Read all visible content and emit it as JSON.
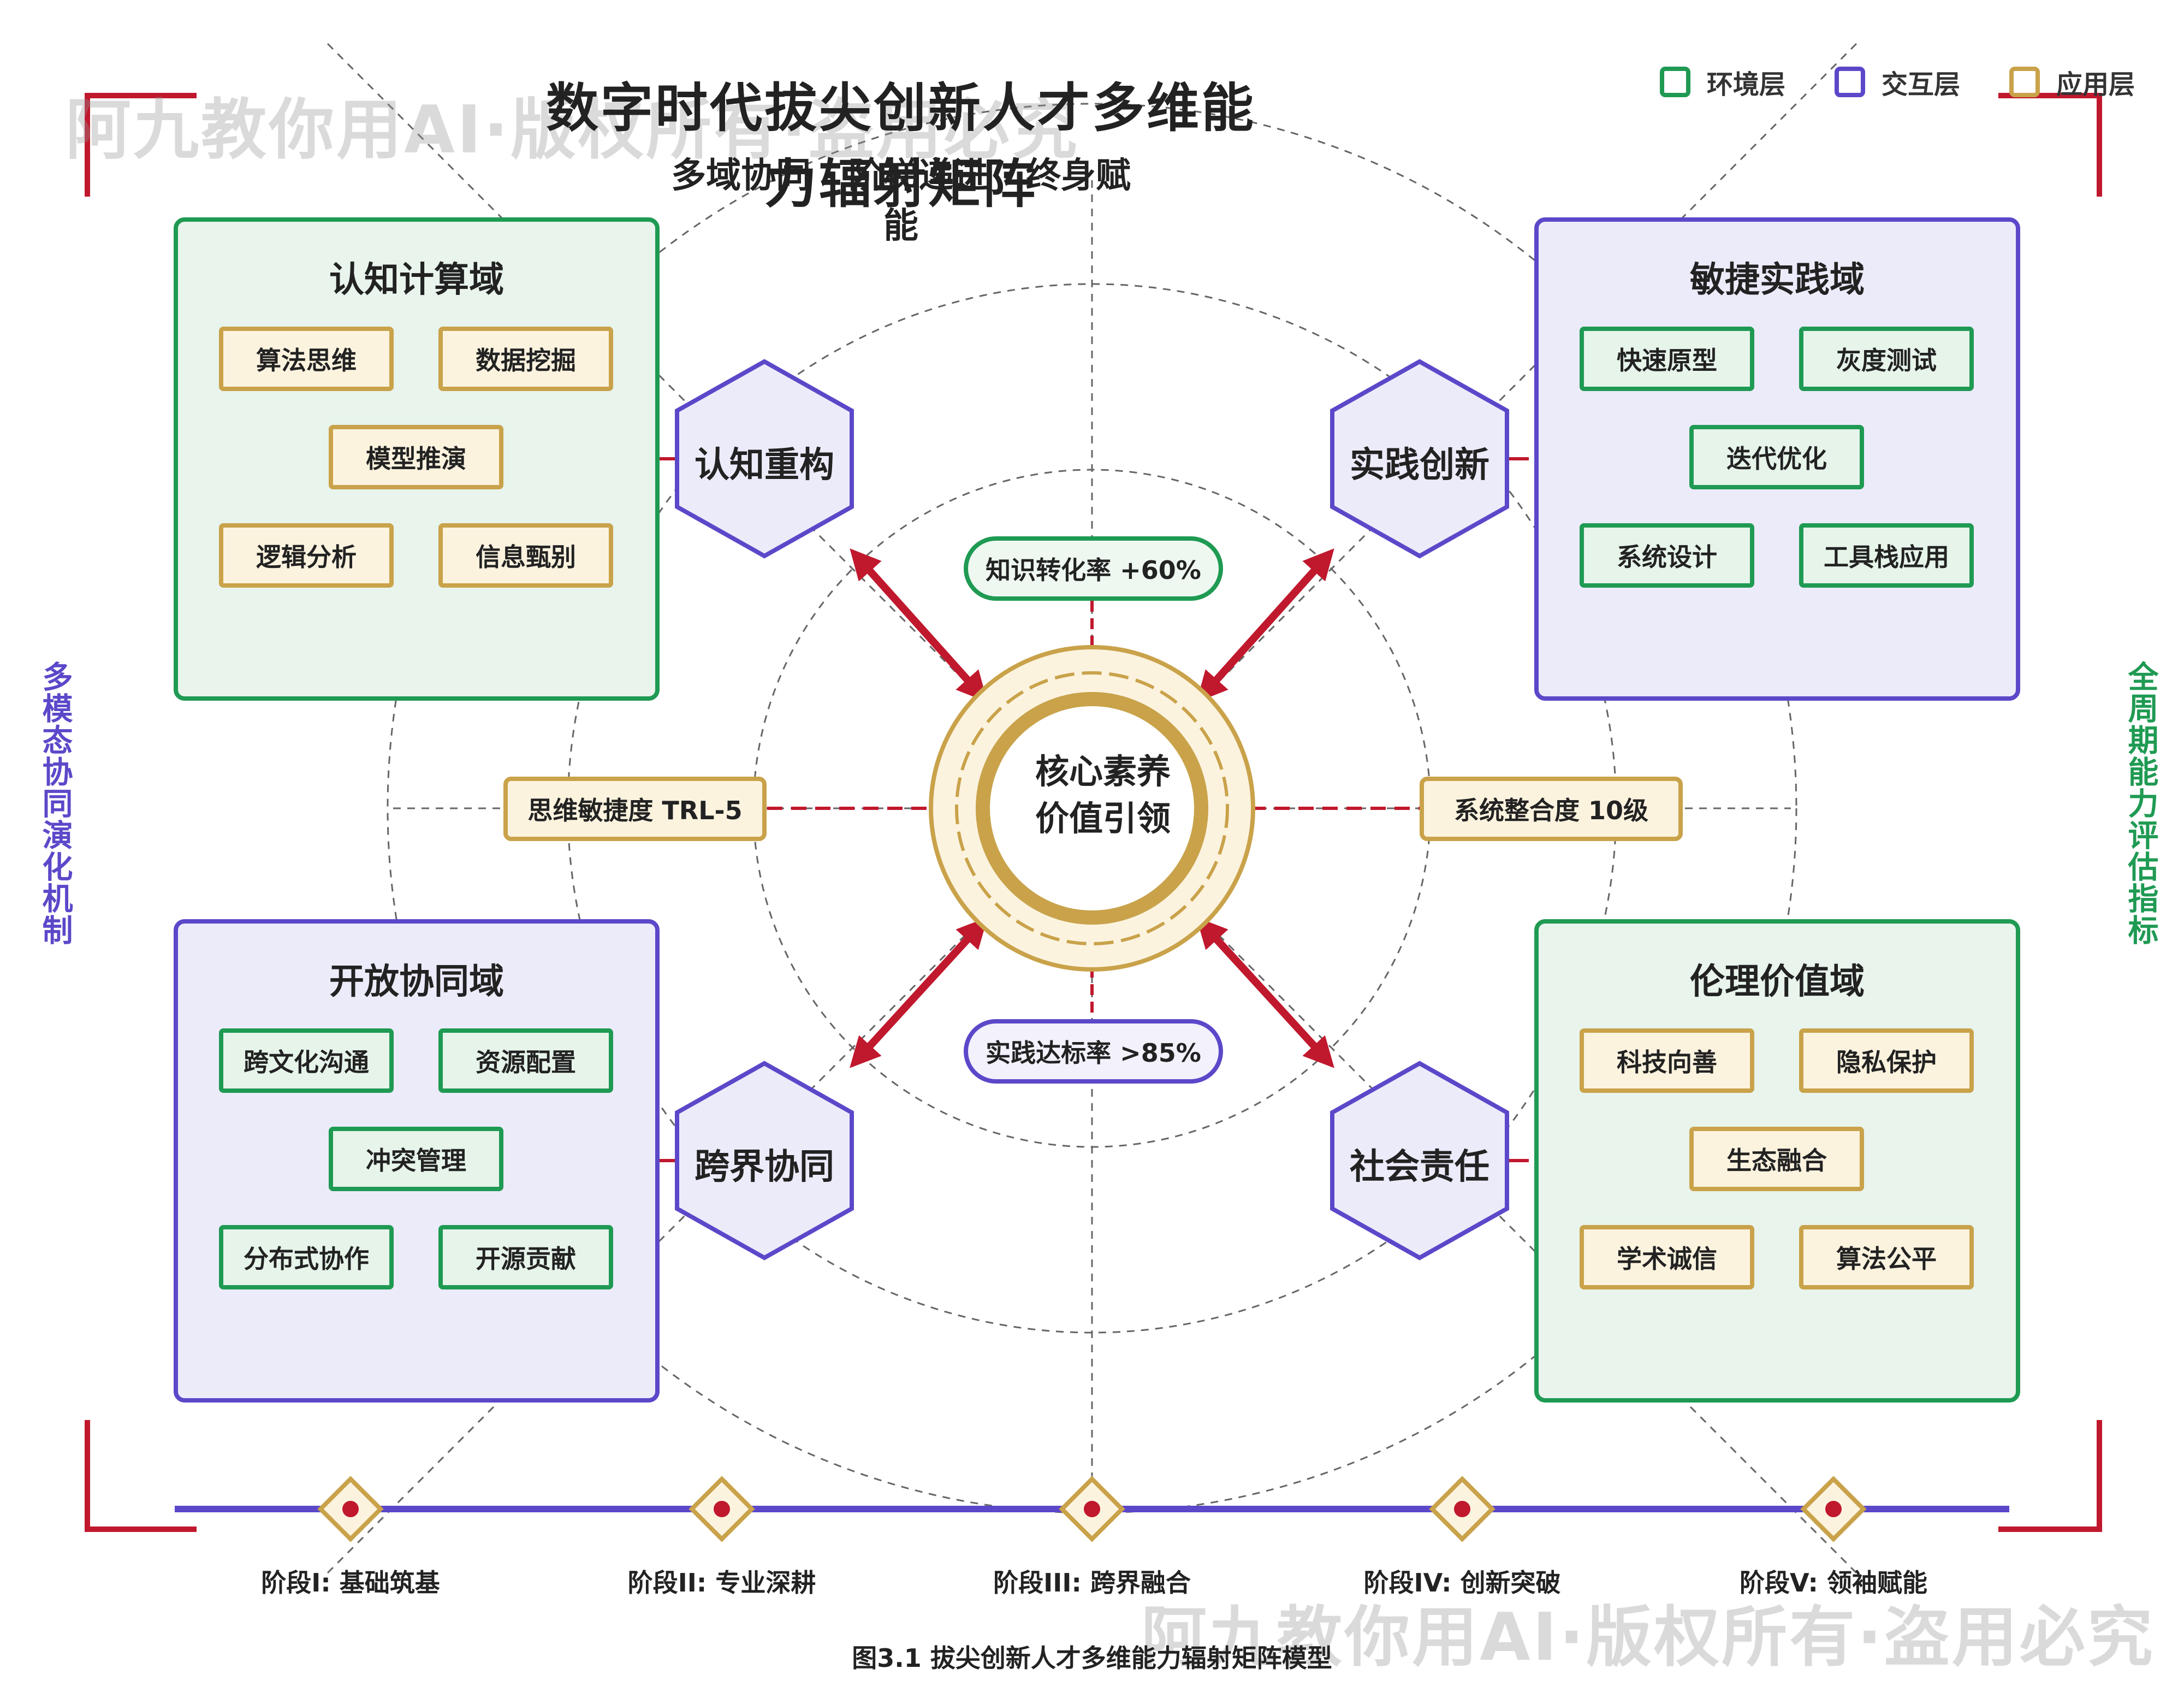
{
  "header": {
    "title": "数字时代拔尖创新人才多维能力辐射矩阵",
    "subtitle": "多域协同 · 阶梯递进 · 终身赋能"
  },
  "legend": [
    {
      "label": "环境层",
      "color": "#1f9a53"
    },
    {
      "label": "交互层",
      "color": "#5b48c9"
    },
    {
      "label": "应用层",
      "color": "#c9a24a"
    }
  ],
  "watermarks": [
    "阿九教你用AI·版权所有·盗用必究",
    "阿九教你用AI·版权所有·盗用必究"
  ],
  "domains": {
    "cognitive": {
      "title": "认知计算域",
      "items": [
        "算法思维",
        "数据挖掘",
        "模型推演",
        "逻辑分析",
        "信息甄别"
      ]
    },
    "agile": {
      "title": "敏捷实践域",
      "items": [
        "快速原型",
        "灰度测试",
        "迭代优化",
        "系统设计",
        "工具栈应用"
      ]
    },
    "open": {
      "title": "开放协同域",
      "items": [
        "跨文化沟通",
        "资源配置",
        "冲突管理",
        "分布式协作",
        "开源贡献"
      ]
    },
    "ethics": {
      "title": "伦理价值域",
      "items": [
        "科技向善",
        "隐私保护",
        "生态融合",
        "学术诚信",
        "算法公平"
      ]
    }
  },
  "hexagons": {
    "top_left": "认知重构",
    "top_right": "实践创新",
    "bottom_left": "跨界协同",
    "bottom_right": "社会责任"
  },
  "metrics": {
    "top": "知识转化率 +60%",
    "bottom": "实践达标率 >85%",
    "left": "思维敏捷度 TRL-5",
    "right": "系统整合度 10级"
  },
  "core": {
    "line1": "核心素养",
    "line2": "价值引领"
  },
  "side_labels": {
    "left": "多模态协同演化机制",
    "right": "全周期能力评估指标"
  },
  "stages": [
    "阶段I: 基础筑基",
    "阶段II: 专业深耕",
    "阶段III: 跨界融合",
    "阶段IV: 创新突破",
    "阶段V: 领袖赋能"
  ],
  "caption": "图3.1 拔尖创新人才多维能力辐射矩阵模型",
  "colors": {
    "green": "#1f9a53",
    "purple": "#5b48c9",
    "gold": "#c9a24a",
    "red": "#c0182d"
  }
}
